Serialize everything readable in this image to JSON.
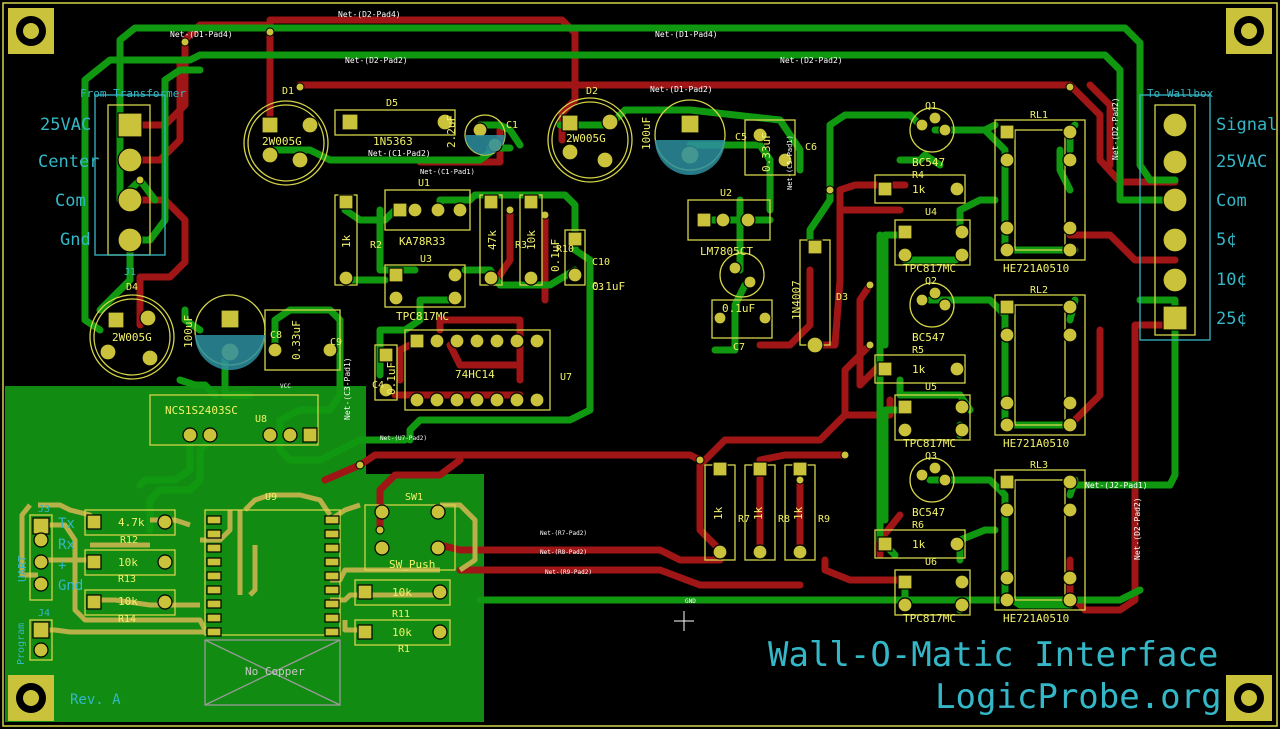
{
  "title": "Wall-O-Matic Interface",
  "site": "LogicProbe.org",
  "revision": "Rev. A",
  "colors": {
    "background": "#000000",
    "top_copper": "#109910",
    "bottom_copper": "#a01515",
    "fill_zone": "#128b12",
    "silkscreen": "#f2f26a",
    "fab_text": "#34b7c6",
    "pad": "#c9c23a",
    "board_edge": "#d4d44a"
  },
  "connectors": {
    "left_header": {
      "ref": "J1",
      "caption": "From Transformer",
      "pins": [
        "25VAC",
        "Center",
        "Com",
        "Gnd"
      ]
    },
    "right_header": {
      "caption": "To Wallbox",
      "pins": [
        "Signal",
        "25VAC",
        "Com",
        "5¢",
        "10¢",
        "25¢"
      ]
    },
    "uart": {
      "ref": "J3",
      "label": "UART",
      "pins": [
        "Tx",
        "Rx",
        "+",
        "Gnd"
      ]
    },
    "program": {
      "ref": "J4",
      "label": "Program"
    }
  },
  "components": [
    {
      "id": "d1",
      "ref": "D1",
      "value": "2W005G"
    },
    {
      "id": "d2",
      "ref": "D2",
      "value": "2W005G"
    },
    {
      "id": "d4",
      "ref": "D4",
      "value": "2W005G"
    },
    {
      "id": "d5",
      "ref": "D5",
      "value": "1N5363"
    },
    {
      "id": "c1",
      "ref": "C1",
      "value": "2.2uF"
    },
    {
      "id": "c5",
      "ref": "C5",
      "value": "100uF"
    },
    {
      "id": "c6",
      "ref": "C6",
      "value": "0.33uF"
    },
    {
      "id": "c8",
      "ref": "C8",
      "value": "100uF"
    },
    {
      "id": "c9",
      "ref": "C9",
      "value": "0.33uF"
    },
    {
      "id": "c10",
      "ref": "C10",
      "value": "0.1uF"
    },
    {
      "id": "c3",
      "ref": "C3",
      "value": "0.1uF"
    },
    {
      "id": "c4",
      "ref": "C4",
      "value": "0.1uF"
    },
    {
      "id": "c7",
      "ref": "C7",
      "value": "0.1uF"
    },
    {
      "id": "u1",
      "ref": "U1",
      "value": "KA78R33"
    },
    {
      "id": "u2",
      "ref": "U2",
      "value": "LM7805CT"
    },
    {
      "id": "u3",
      "ref": "U3",
      "value": "TPC817MC"
    },
    {
      "id": "u4",
      "ref": "U4",
      "value": "TPC817MC"
    },
    {
      "id": "u5",
      "ref": "U5",
      "value": "TPC817MC"
    },
    {
      "id": "u6",
      "ref": "U6",
      "value": "TPC817MC"
    },
    {
      "id": "u7",
      "ref": "U7",
      "value": "74HC14"
    },
    {
      "id": "u8",
      "ref": "U8",
      "value": "NCS1S2403SC"
    },
    {
      "id": "d3",
      "ref": "D3",
      "value": "1N4007"
    },
    {
      "id": "r2",
      "ref": "R2",
      "value": "1k"
    },
    {
      "id": "r3",
      "ref": "R3",
      "value": "47k"
    },
    {
      "id": "r10",
      "ref": "R10",
      "value": "10k"
    },
    {
      "id": "r7",
      "ref": "R7",
      "value": "1k"
    },
    {
      "id": "r8",
      "ref": "R8",
      "value": "1k"
    },
    {
      "id": "r9",
      "ref": "R9",
      "value": "1k"
    },
    {
      "id": "r4",
      "ref": "R4",
      "value": "1k"
    },
    {
      "id": "r5",
      "ref": "R5",
      "value": "1k"
    },
    {
      "id": "r6",
      "ref": "R6",
      "value": "1k"
    },
    {
      "id": "r12",
      "ref": "R12",
      "value": "4.7k"
    },
    {
      "id": "r13",
      "ref": "R13",
      "value": "10k"
    },
    {
      "id": "r14",
      "ref": "R14",
      "value": "10k"
    },
    {
      "id": "r11",
      "ref": "R11",
      "value": "10k"
    },
    {
      "id": "r1",
      "ref": "R1",
      "value": "10k"
    },
    {
      "id": "q1",
      "ref": "Q1",
      "value": "BC547"
    },
    {
      "id": "q2",
      "ref": "Q2",
      "value": "BC547"
    },
    {
      "id": "q3",
      "ref": "Q3",
      "value": "BC547"
    },
    {
      "id": "rl1",
      "ref": "RL1",
      "value": "HE721A0510"
    },
    {
      "id": "rl2",
      "ref": "RL2",
      "value": "HE721A0510"
    },
    {
      "id": "rl3",
      "ref": "RL3",
      "value": "HE721A0510"
    },
    {
      "id": "sw1",
      "ref": "SW1",
      "value": "SW_Push"
    },
    {
      "id": "u9",
      "ref": "U9",
      "value": "No Copper"
    }
  ],
  "nets": {
    "d2_pad4": "Net-(D2-Pad4)",
    "d1_pad4": "Net-(D1-Pad4)",
    "d2_pad2": "Net-(D2-Pad2)",
    "d1_pad2": "Net-(D1-Pad2)",
    "c1_pad2": "Net-(C1-Pad2)",
    "c1_pad1": "Net-(C1-Pad1)",
    "c5_pad1": "Net-(C5-Pad1)",
    "c3_pad1": "Net-(C3-Pad1)",
    "j2_pad1": "Net-(J2-Pad1)",
    "r7_pad2": "Net-(R7-Pad2)",
    "r8_pad2": "Net-(R8-Pad2)",
    "r9_pad2": "Net-(R9-Pad2)",
    "u7_pad2": "Net-(U7-Pad2)",
    "gnd": "GND",
    "vcc": "VCC"
  }
}
